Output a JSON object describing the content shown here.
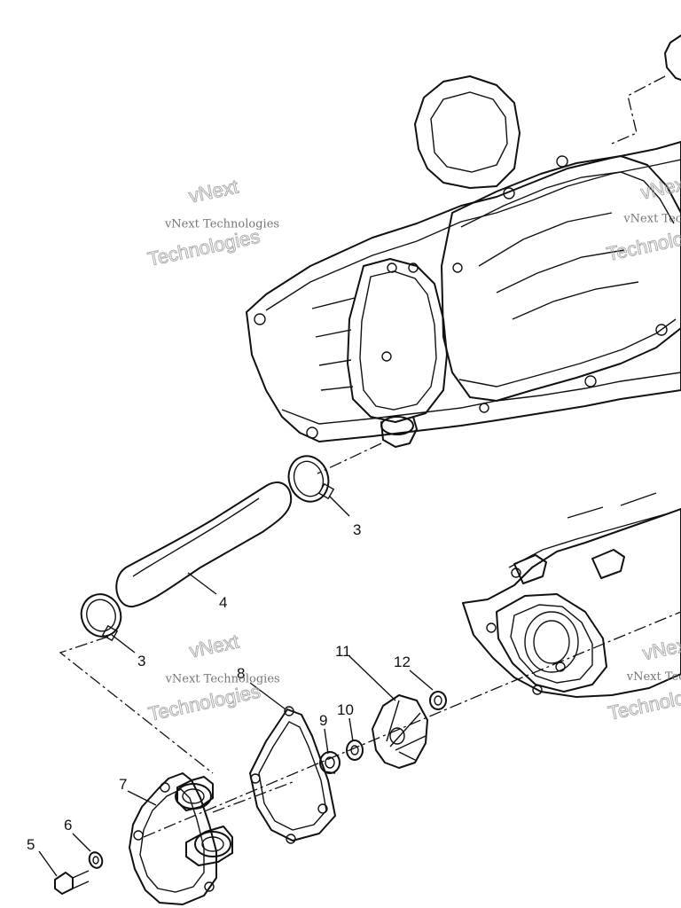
{
  "diagram": {
    "callouts": [
      "3",
      "4",
      "3",
      "8",
      "11",
      "12",
      "9",
      "10",
      "7",
      "6",
      "5"
    ]
  },
  "watermark": {
    "line_small": "vNext Technologies",
    "line_large_1": "vNext",
    "line_large_2": "Technologies"
  }
}
